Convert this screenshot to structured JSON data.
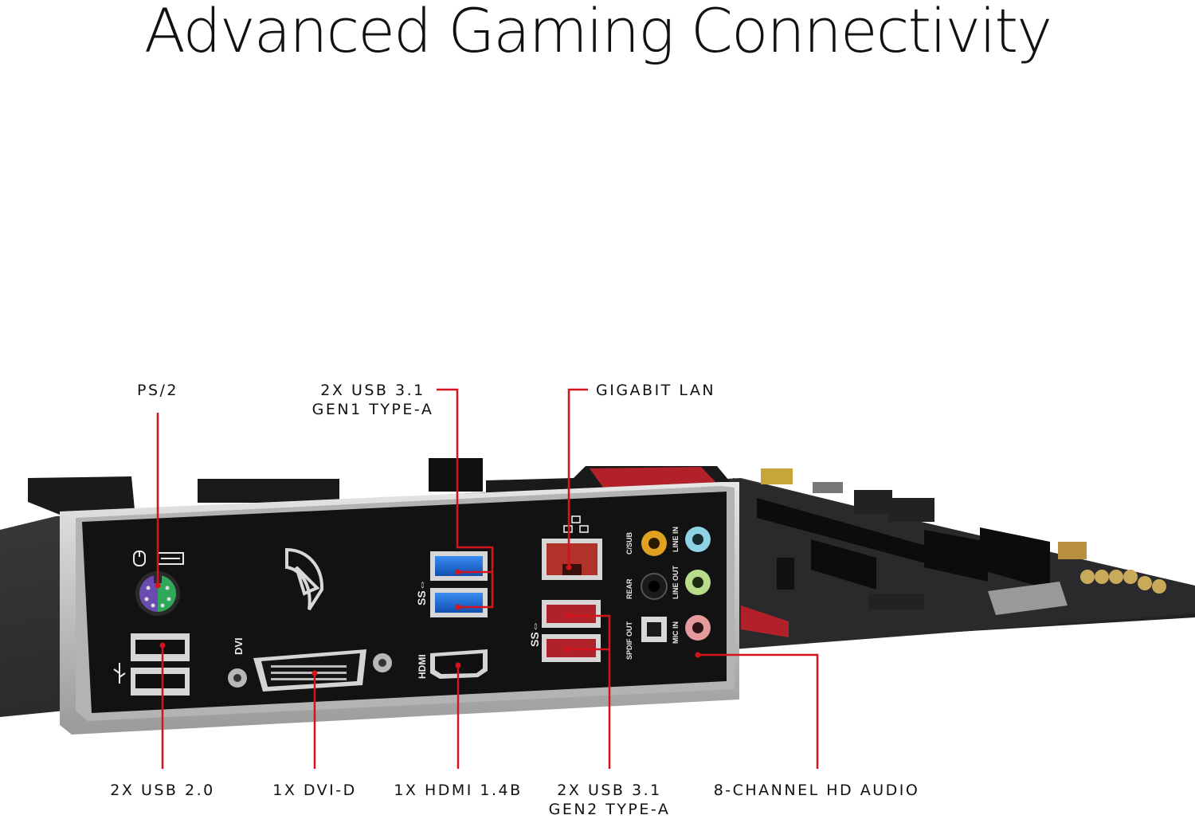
{
  "title": "Advanced Gaming Connectivity",
  "colors": {
    "callout_line": "#d4141c",
    "panel": "#121212",
    "bracket": "#c9c9c9",
    "background": "#ffffff"
  },
  "callouts_top": {
    "ps2": "PS/2",
    "usb31_gen1_l1": "2X USB 3.1",
    "usb31_gen1_l2": "GEN1 TYPE-A",
    "lan": "GIGABIT LAN"
  },
  "callouts_bottom": {
    "usb20": "2X USB 2.0",
    "dvi": "1X DVI-D",
    "hdmi": "1X HDMI 1.4B",
    "usb31_gen2_l1": "2X USB 3.1",
    "usb31_gen2_l2": "GEN2 TYPE-A",
    "audio": "8-CHANNEL HD AUDIO"
  },
  "panel_labels": {
    "dvi": "DVI",
    "hdmi": "HDMI",
    "csub": "C/SUB",
    "line_in": "LINE IN",
    "rear": "REAR",
    "line_out": "LINE OUT",
    "spdif_out": "SPDIF OUT",
    "mic_in": "MIC IN"
  }
}
